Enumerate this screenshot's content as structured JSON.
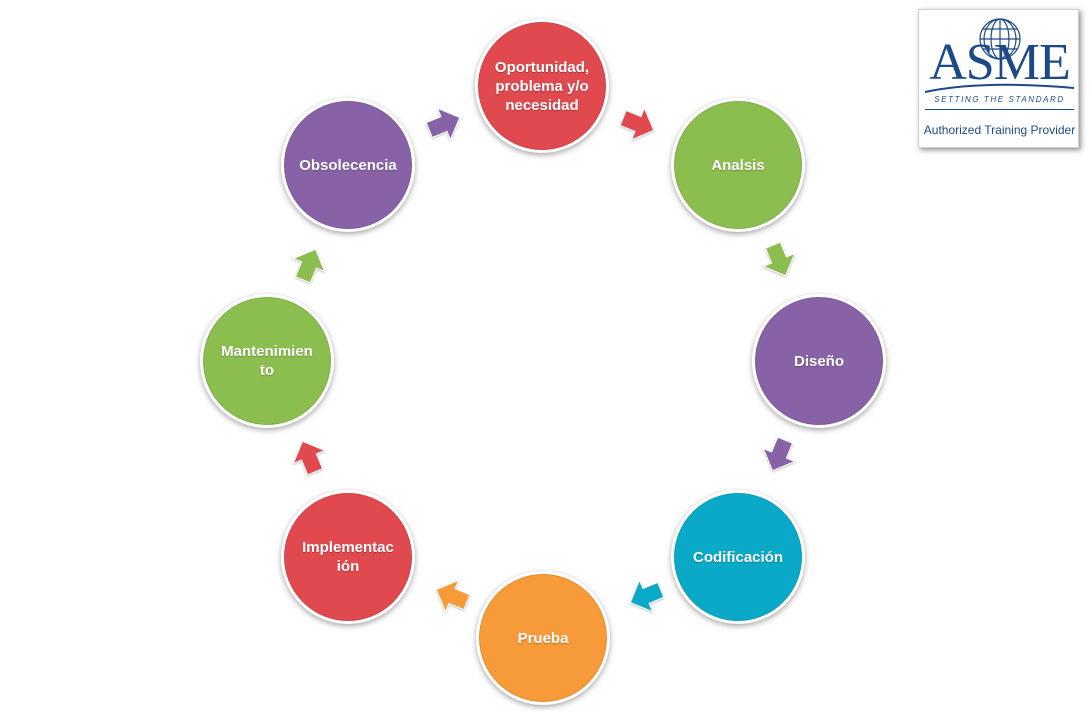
{
  "diagram": {
    "nodes": [
      {
        "label": "Oportunidad,\nproblema y/o\nnecesidad",
        "color": "#e0494d"
      },
      {
        "label": "Analsis",
        "color": "#8cbd4f"
      },
      {
        "label": "Diseño",
        "color": "#8862a6"
      },
      {
        "label": "Codificación",
        "color": "#0aa9c8"
      },
      {
        "label": "Prueba",
        "color": "#f79a3a"
      },
      {
        "label": "Implementac\nión",
        "color": "#e0494d"
      },
      {
        "label": "Mantenimien\nto",
        "color": "#8cbd4f"
      },
      {
        "label": "Obsolecencia",
        "color": "#8862a6"
      }
    ],
    "arrows": [
      {
        "from": 0,
        "to": 1,
        "color": "#e0494d"
      },
      {
        "from": 1,
        "to": 2,
        "color": "#8cbd4f"
      },
      {
        "from": 2,
        "to": 3,
        "color": "#8862a6"
      },
      {
        "from": 3,
        "to": 4,
        "color": "#0aa9c8"
      },
      {
        "from": 4,
        "to": 5,
        "color": "#f79a3a"
      },
      {
        "from": 5,
        "to": 6,
        "color": "#e0494d"
      },
      {
        "from": 6,
        "to": 7,
        "color": "#8cbd4f"
      },
      {
        "from": 7,
        "to": 0,
        "color": "#8862a6"
      }
    ]
  },
  "logo": {
    "wordmark": "ASME",
    "tagline": "SETTING THE STANDARD",
    "provider": "Authorized Training Provider",
    "brand_color": "#1c4a86"
  }
}
